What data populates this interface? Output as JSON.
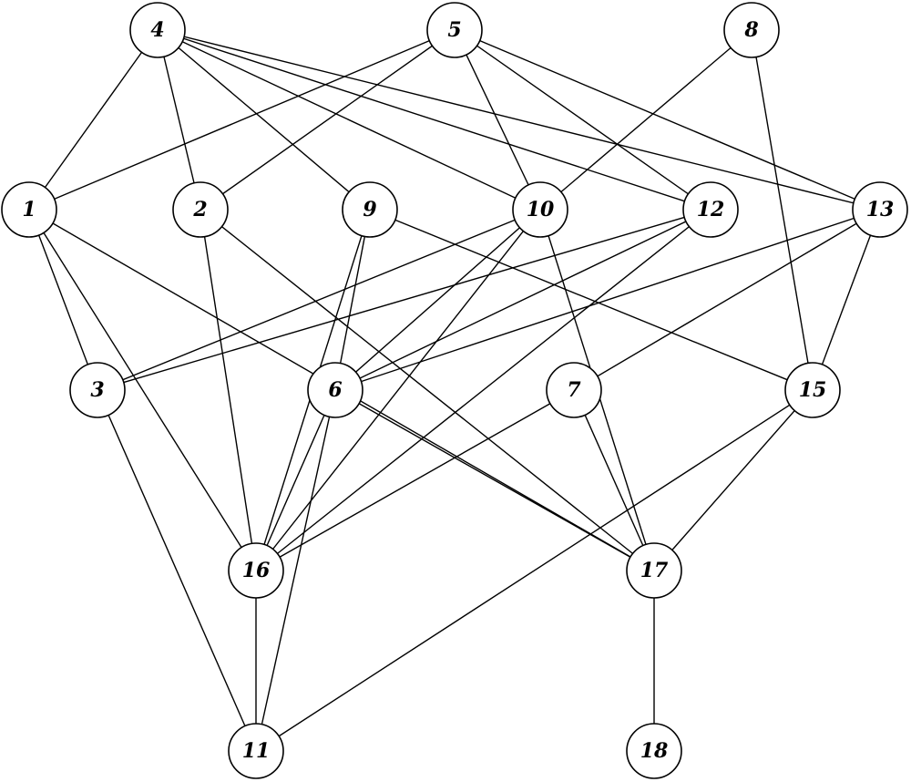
{
  "graph": {
    "nodes": [
      {
        "id": "4",
        "label": "4"
      },
      {
        "id": "5",
        "label": "5"
      },
      {
        "id": "8",
        "label": "8"
      },
      {
        "id": "1",
        "label": "1"
      },
      {
        "id": "2",
        "label": "2"
      },
      {
        "id": "9",
        "label": "9"
      },
      {
        "id": "10",
        "label": "10"
      },
      {
        "id": "12",
        "label": "12"
      },
      {
        "id": "13",
        "label": "13"
      },
      {
        "id": "3",
        "label": "3"
      },
      {
        "id": "6",
        "label": "6"
      },
      {
        "id": "7",
        "label": "7"
      },
      {
        "id": "15",
        "label": "15"
      },
      {
        "id": "16",
        "label": "16"
      },
      {
        "id": "17",
        "label": "17"
      },
      {
        "id": "11",
        "label": "11"
      },
      {
        "id": "18",
        "label": "18"
      }
    ],
    "edges": [
      [
        "4",
        "1"
      ],
      [
        "4",
        "2"
      ],
      [
        "4",
        "9"
      ],
      [
        "4",
        "10"
      ],
      [
        "4",
        "12"
      ],
      [
        "4",
        "13"
      ],
      [
        "5",
        "1"
      ],
      [
        "5",
        "2"
      ],
      [
        "5",
        "10"
      ],
      [
        "5",
        "12"
      ],
      [
        "5",
        "13"
      ],
      [
        "8",
        "10"
      ],
      [
        "8",
        "15"
      ],
      [
        "1",
        "3"
      ],
      [
        "1",
        "16"
      ],
      [
        "1",
        "17"
      ],
      [
        "2",
        "16"
      ],
      [
        "2",
        "17"
      ],
      [
        "9",
        "6"
      ],
      [
        "9",
        "15"
      ],
      [
        "9",
        "16"
      ],
      [
        "10",
        "3"
      ],
      [
        "10",
        "6"
      ],
      [
        "10",
        "16"
      ],
      [
        "10",
        "17"
      ],
      [
        "12",
        "3"
      ],
      [
        "12",
        "6"
      ],
      [
        "12",
        "16"
      ],
      [
        "13",
        "6"
      ],
      [
        "13",
        "7"
      ],
      [
        "13",
        "15"
      ],
      [
        "3",
        "11"
      ],
      [
        "6",
        "11"
      ],
      [
        "6",
        "16"
      ],
      [
        "6",
        "17"
      ],
      [
        "7",
        "16"
      ],
      [
        "7",
        "17"
      ],
      [
        "15",
        "17"
      ],
      [
        "15",
        "11"
      ],
      [
        "16",
        "11"
      ],
      [
        "17",
        "18"
      ]
    ]
  }
}
